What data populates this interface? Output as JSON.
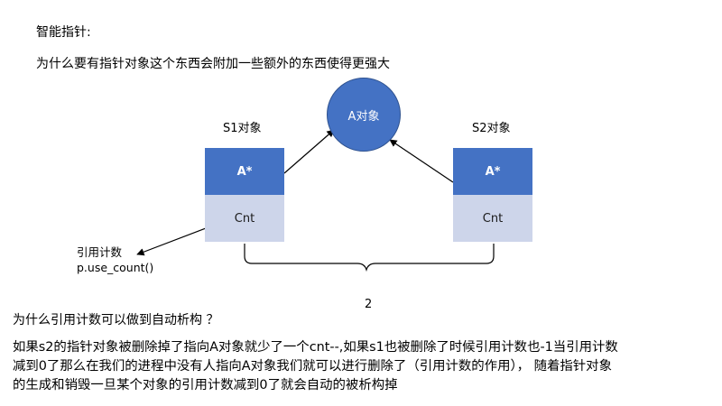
{
  "title": "智能指针:",
  "subtitle": "为什么要有指针对象这个东西会附加一些额外的东西使得更强大",
  "object_a": {
    "label": "A对象"
  },
  "s1": {
    "label": "S1对象",
    "ptr": "A*",
    "cnt": "Cnt"
  },
  "s2": {
    "label": "S2对象",
    "ptr": "A*",
    "cnt": "Cnt"
  },
  "refcount": {
    "label": "引用计数",
    "method": "p.use_count()"
  },
  "brace_count": "2",
  "question": "为什么引用计数可以做到自动析构 ？",
  "paragraph": [
    "如果s2的指针对象被删除掉了指向A对象就少了一个cnt--,如果s1也被删除了时候引用计数也-1当引用计数",
    "减到0了那么在我们的进程中没有人指向A对象我们就可以进行删除了（引用计数的作用）， 随着指针对象",
    "的生成和销毁一旦某个对象的引用计数减到0了就会自动的被析构掉"
  ],
  "colors": {
    "box_primary": "#4472c4",
    "box_secondary": "#cdd5ea",
    "circle_border": "#2f528f"
  }
}
